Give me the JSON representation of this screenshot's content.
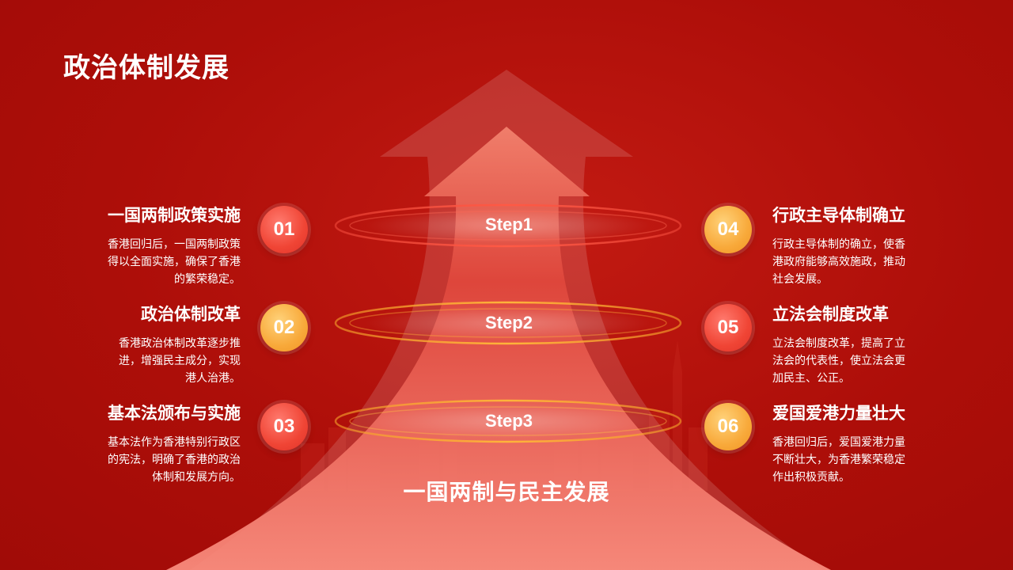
{
  "slide": {
    "title": "政治体制发展",
    "center_caption": "一国两制与民主发展",
    "steps": [
      "Step1",
      "Step2",
      "Step3"
    ],
    "colors": {
      "background": "#ad0e09",
      "badge_red": "#f04535",
      "badge_orange": "#f8a93a",
      "ring_red": "#f0483a",
      "ring_orange": "#f5a12a"
    },
    "items": [
      {
        "num": "01",
        "heading": "一国两制政策实施",
        "desc": [
          "香港回归后，一国两制政策",
          "得以全面实施，确保了香港",
          "的繁荣稳定。"
        ]
      },
      {
        "num": "02",
        "heading": "政治体制改革",
        "desc": [
          "香港政治体制改革逐步推",
          "进，增强民主成分，实现",
          "港人治港。"
        ]
      },
      {
        "num": "03",
        "heading": "基本法颁布与实施",
        "desc": [
          "基本法作为香港特别行政区",
          "的宪法，明确了香港的政治",
          "体制和发展方向。"
        ]
      },
      {
        "num": "04",
        "heading": "行政主导体制确立",
        "desc": [
          "行政主导体制的确立，使香",
          "港政府能够高效施政，推动",
          "社会发展。"
        ]
      },
      {
        "num": "05",
        "heading": "立法会制度改革",
        "desc": [
          "立法会制度改革，提高了立",
          "法会的代表性，使立法会更",
          "加民主、公正。"
        ]
      },
      {
        "num": "06",
        "heading": "爱国爱港力量壮大",
        "desc": [
          "香港回归后，爱国爱港力量",
          "不断壮大，为香港繁荣稳定",
          "作出积极贡献。"
        ]
      }
    ]
  }
}
